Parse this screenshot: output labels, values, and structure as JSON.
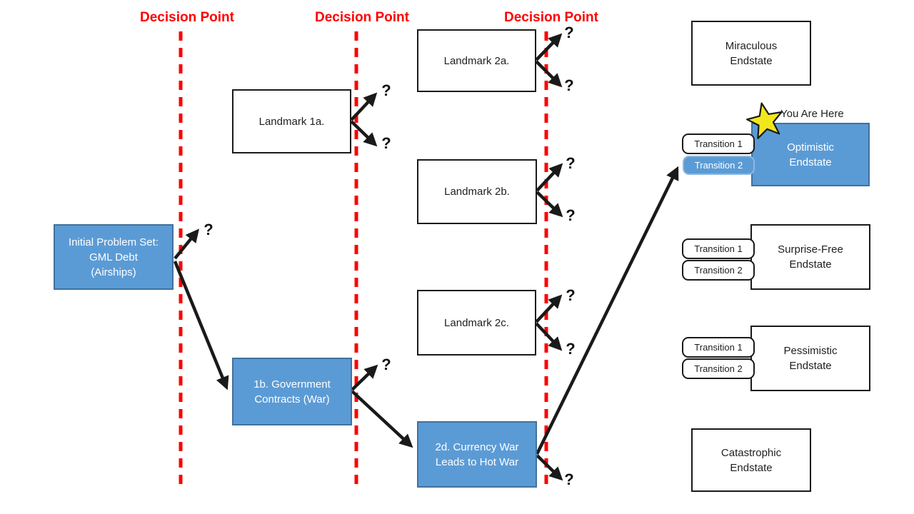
{
  "labels": {
    "decision_point": "Decision Point",
    "question_mark": "?",
    "you_are_here": "You Are Here",
    "transition_1": "Transition 1",
    "transition_2": "Transition 2"
  },
  "nodes": {
    "initial": "Initial Problem Set:\nGML Debt\n(Airships)",
    "landmark_1a": "Landmark 1a.",
    "node_1b": "1b. Government\nContracts (War)",
    "landmark_2a": "Landmark 2a.",
    "landmark_2b": "Landmark 2b.",
    "landmark_2c": "Landmark 2c.",
    "node_2d": "2d. Currency War\nLeads to Hot War"
  },
  "endstates": {
    "miraculous": "Miraculous\nEndstate",
    "optimistic": "Optimistic\nEndstate",
    "surprise_free": "Surprise-Free\nEndstate",
    "pessimistic": "Pessimistic\nEndstate",
    "catastrophic": "Catastrophic\nEndstate"
  },
  "colors": {
    "node_blue": "#5b9bd5",
    "node_blue_border": "#41719c",
    "decision_red": "#ff0000",
    "arrow_black": "#1a1a1a",
    "star_yellow": "#f2e71c"
  }
}
